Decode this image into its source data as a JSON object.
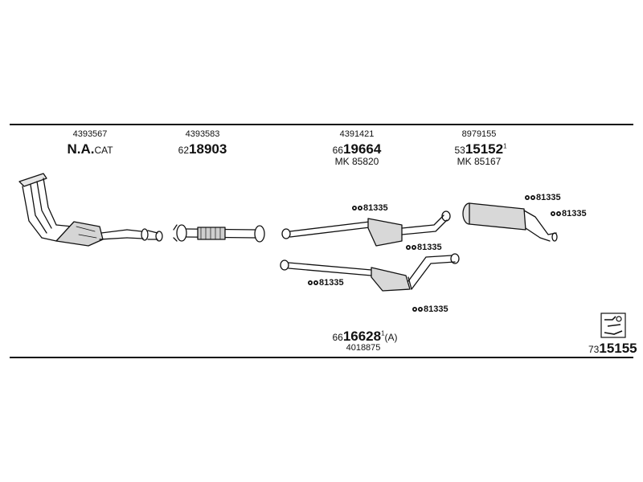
{
  "parts": [
    {
      "part_no": "4393567",
      "prefix": "N.A.",
      "suffix": "CAT"
    },
    {
      "part_no": "4393583",
      "prefix": "62",
      "main": "18903"
    },
    {
      "part_no": "4391421",
      "prefix": "66",
      "main": "19664",
      "mk": "MK  85820"
    },
    {
      "part_no": "8979155",
      "prefix": "53",
      "main": "15152",
      "sup": "1",
      "mk": "MK  85167"
    }
  ],
  "clamp_code": "81335",
  "bottom_assembly": {
    "prefix": "66",
    "main": "16628",
    "sup": "1",
    "note": "(A)",
    "part_no": "4018875"
  },
  "kit": {
    "prefix": "73",
    "main": "15155"
  }
}
